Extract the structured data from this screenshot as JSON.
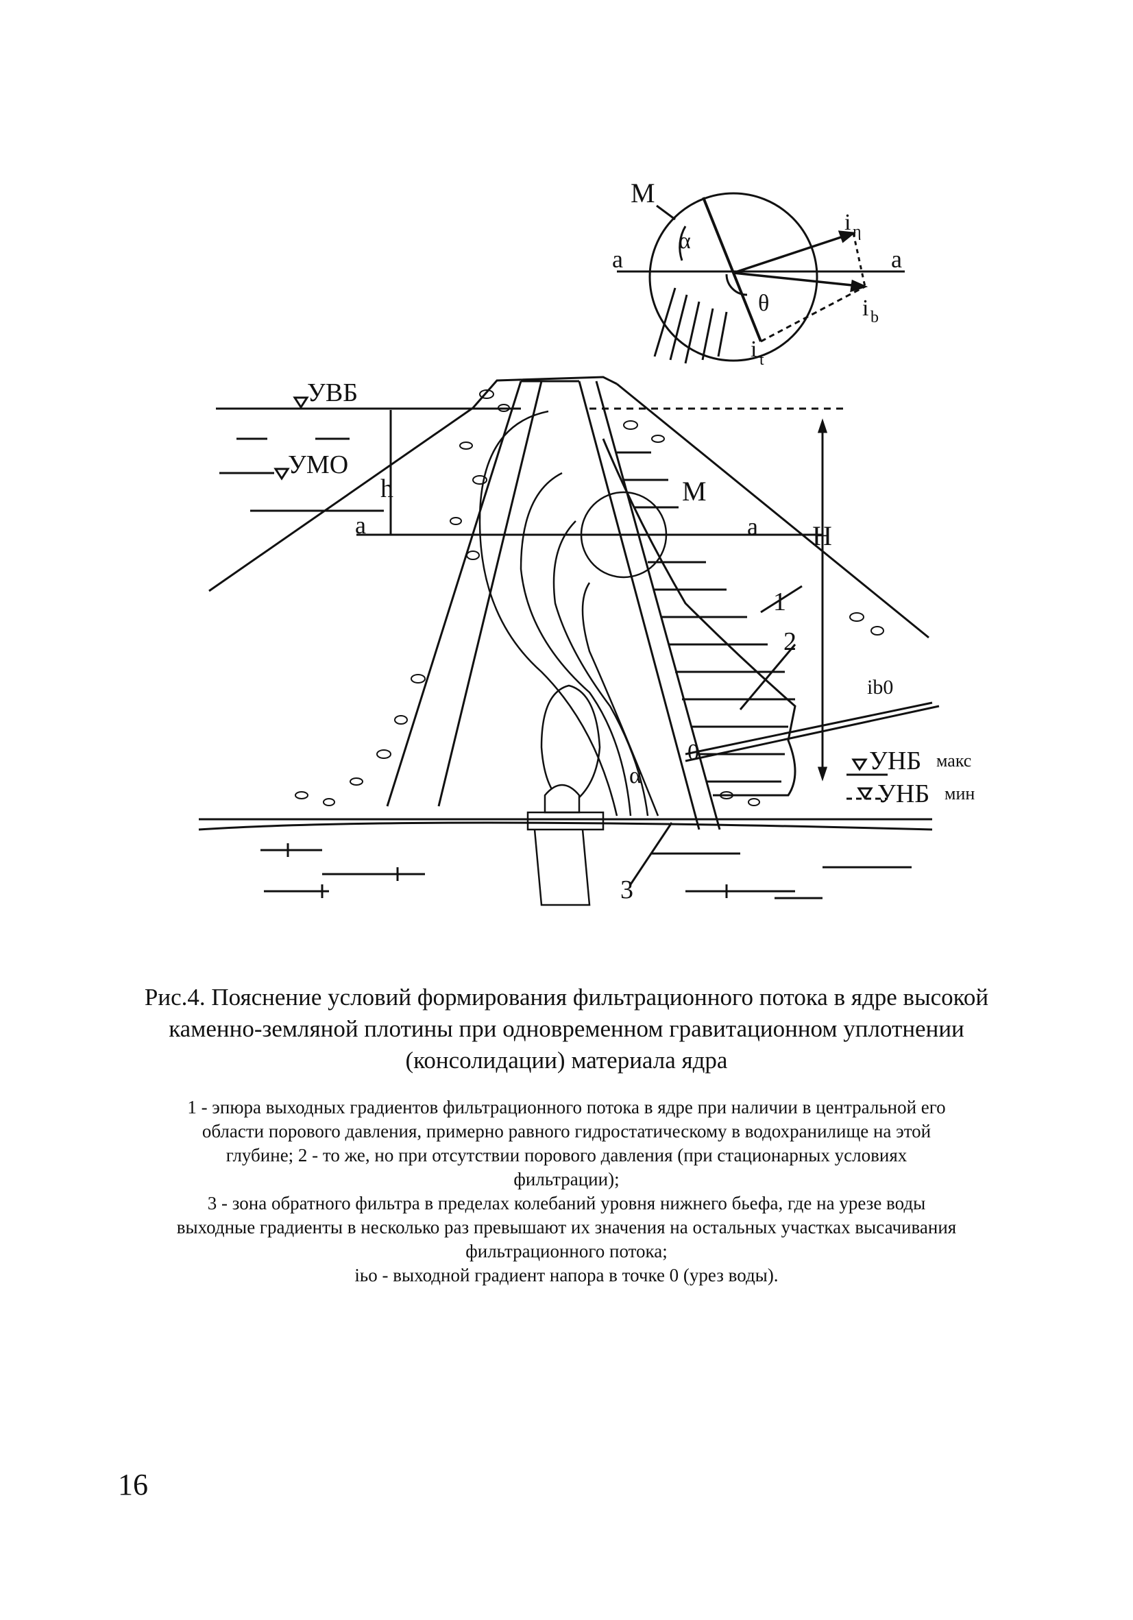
{
  "figure": {
    "labels": {
      "M_top": "M",
      "a_left_top": "a",
      "a_right_top": "a",
      "alpha_top": "α",
      "theta": "θ",
      "i_eta": "i",
      "eta_sub": "η",
      "i_b": "i",
      "b_sub": "b",
      "i_t": "i",
      "t_sub": "t",
      "UVB": "УВБ",
      "UMO": "УМО",
      "h": "h",
      "a_left": "a",
      "a_right": "a",
      "M_main": "M",
      "H": "H",
      "one": "1",
      "two": "2",
      "ib0": "ib0",
      "zero": "0",
      "alpha_main": "α",
      "UNB_max_main": "УНБ",
      "UNB_max_sub": "макс",
      "UNB_min_main": "УНБ",
      "UNB_min_sub": "мин",
      "three": "3"
    }
  },
  "caption": {
    "title": "Рис.4. Пояснение условий формирования фильтрационного потока в ядре высокой каменно-земляной плотины при одновременном гравитационном уплотнении (консолидации) материала ядра"
  },
  "legend": {
    "line1": "1 - эпюра выходных градиентов фильтрационного потока в ядре при наличии в центральной его области порового давления, примерно равного гидростатическому в водохранилище на этой глубине; 2 - то же, но при отсутствии порового давления (при стационарных условиях фильтрации);",
    "line2": "3 - зона обратного фильтра в пределах колебаний уровня нижнего бьефа, где на урезе воды выходные градиенты в несколько раз превышают их значения на остальных участках высачивания фильтрационного потока;",
    "line3": "iьо - выходной градиент напора в точке 0 (урез воды)."
  },
  "page": {
    "number": "16"
  }
}
